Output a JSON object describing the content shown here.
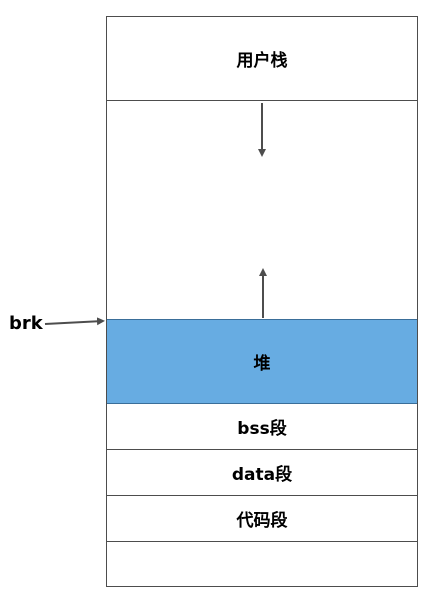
{
  "segments": {
    "user_stack": "用户栈",
    "heap": "堆",
    "bss": "bss段",
    "data": "data段",
    "code": "代码段"
  },
  "pointer_label": "brk",
  "colors": {
    "heap_fill": "#67ace2",
    "border": "#4d4d4d",
    "arrow": "#4d4d4d"
  }
}
